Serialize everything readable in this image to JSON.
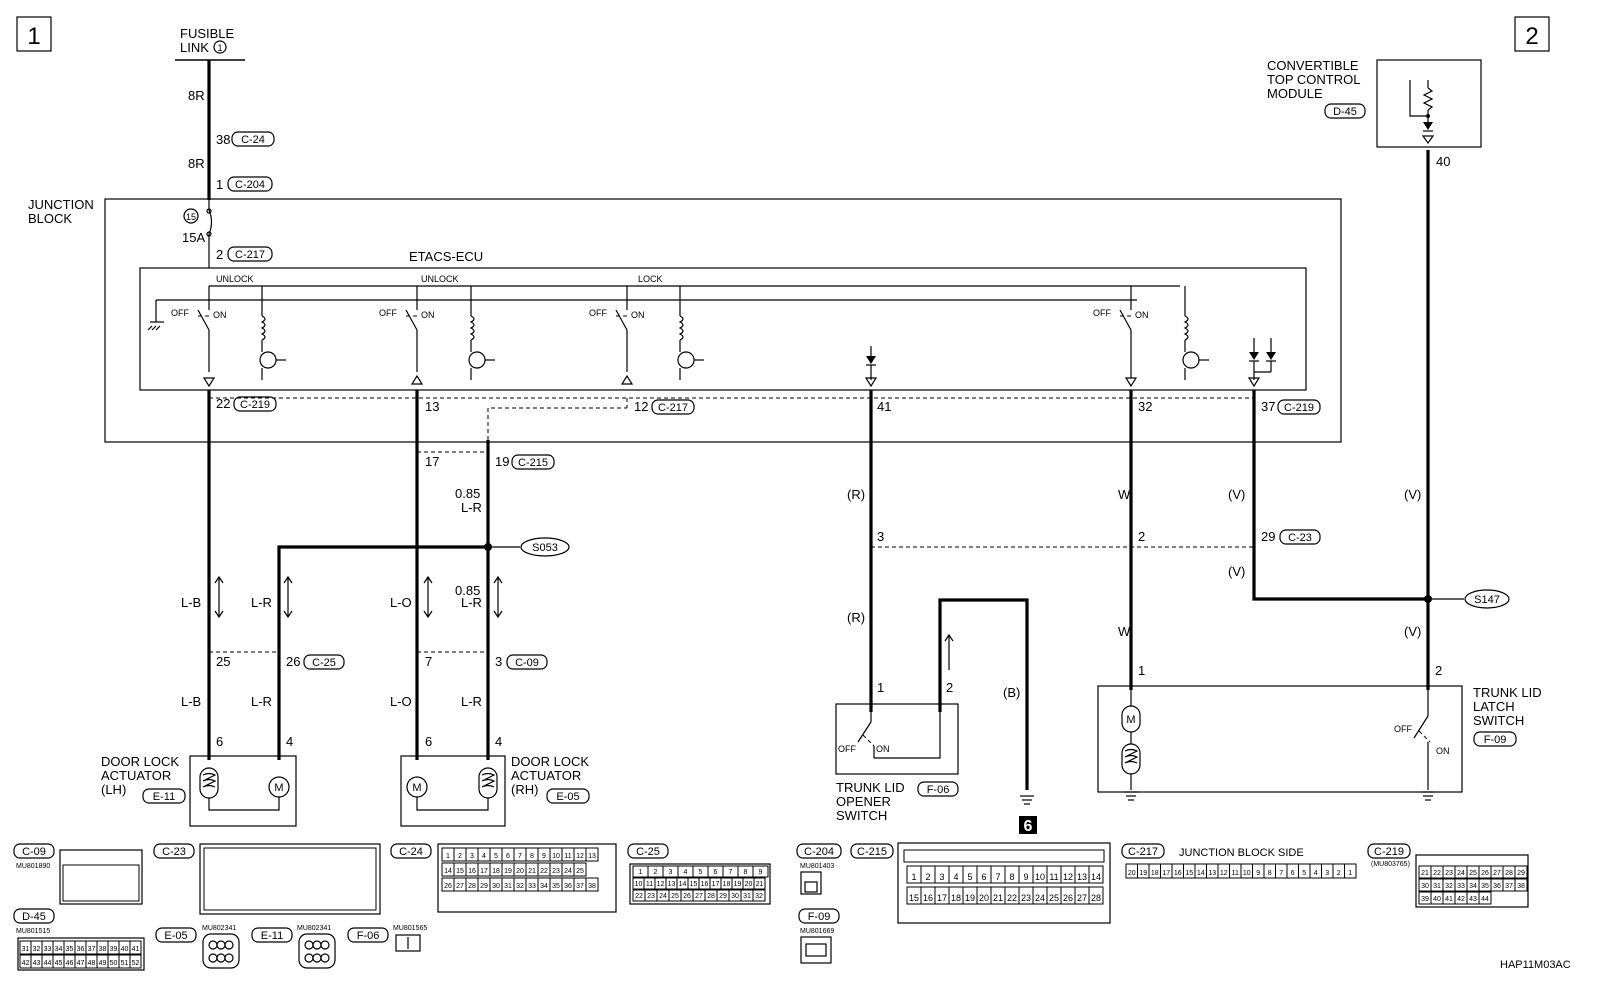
{
  "page_markers": {
    "left": "1",
    "right": "2"
  },
  "fusible_link": {
    "line1": "FUSIBLE",
    "line2": "LINK",
    "circle": "1"
  },
  "junction_block": {
    "line1": "JUNCTION",
    "line2": "BLOCK",
    "fuse_no": "15",
    "fuse_amp": "15A"
  },
  "etacs": {
    "title": "ETACS-ECU",
    "unlock1": "UNLOCK",
    "unlock2": "UNLOCK",
    "lock": "LOCK",
    "off": "OFF",
    "on": "ON"
  },
  "convertible": {
    "line1": "CONVERTIBLE",
    "line2": "TOP CONTROL",
    "line3": "MODULE",
    "connector": "D-45"
  },
  "connectors": {
    "c24": "C-24",
    "c204": "C-204",
    "c217": "C-217",
    "c219": "C-219",
    "c215": "C-215",
    "c23": "C-23",
    "c25": "C-25",
    "c09": "C-09",
    "e11": "E-11",
    "e05": "E-05",
    "f06": "F-06",
    "f09": "F-09",
    "s053": "S053",
    "s147": "S147"
  },
  "pins": {
    "p38": "38",
    "p1": "1",
    "p2": "2",
    "p22": "22",
    "p13": "13",
    "p12": "12",
    "p41": "41",
    "p32": "32",
    "p37": "37",
    "p17": "17",
    "p19": "19",
    "p3": "3",
    "p29": "29",
    "p25": "25",
    "p26": "26",
    "p7": "7",
    "p6": "6",
    "p4": "4",
    "p40": "40"
  },
  "wires": {
    "w8r": "8R",
    "w085a": "0.85",
    "wlr": "L-R",
    "wlb": "L-B",
    "wlo": "L-O",
    "wr": "(R)",
    "ww": "W",
    "wv": "(V)",
    "wb": "(B)"
  },
  "components": {
    "door_lh": [
      "DOOR LOCK",
      "ACTUATOR",
      "(LH)"
    ],
    "door_rh": [
      "DOOR LOCK",
      "ACTUATOR",
      "(RH)"
    ],
    "trunk_opener": [
      "TRUNK LID",
      "OPENER",
      "SWITCH"
    ],
    "trunk_latch": [
      "TRUNK LID",
      "LATCH",
      "SWITCH"
    ]
  },
  "ground_no": "6",
  "connector_views": {
    "mu801890": "MU801890",
    "mu801515": "MU801515",
    "mu802341": "MU802341",
    "mu801565": "MU801565",
    "mu801403": "MU801403",
    "mu801669": "MU801669",
    "mu803765": "(MU803765)",
    "jb_side": "JUNCTION BLOCK SIDE",
    "c24_cells": [
      "1",
      "2",
      "3",
      "4",
      "5",
      "6",
      "7",
      "8",
      "9",
      "10",
      "11",
      "12",
      "13",
      "14",
      "15",
      "16",
      "17",
      "18",
      "19",
      "20",
      "21",
      "22",
      "23",
      "24",
      "25",
      "26",
      "27",
      "28",
      "29",
      "30",
      "31",
      "32",
      "33",
      "34",
      "35",
      "36",
      "37",
      "38"
    ],
    "c215_row1": [
      "1",
      "2",
      "3",
      "4",
      "5",
      "6",
      "7",
      "8",
      "9",
      "10",
      "11",
      "12",
      "13",
      "14"
    ],
    "c215_row2": [
      "15",
      "16",
      "17",
      "18",
      "19",
      "20",
      "21",
      "22",
      "23",
      "24",
      "25",
      "26",
      "27",
      "28"
    ],
    "c217_cells": [
      "20",
      "19",
      "18",
      "17",
      "16",
      "15",
      "14",
      "13",
      "12",
      "11",
      "10",
      "9",
      "8",
      "7",
      "6",
      "5",
      "4",
      "3",
      "2",
      "1"
    ],
    "c219_row1": [
      "21",
      "22",
      "23",
      "24",
      "25",
      "26",
      "27",
      "28",
      "29"
    ],
    "c219_row2": [
      "30",
      "31",
      "32",
      "33",
      "34",
      "35",
      "36",
      "37",
      "38"
    ],
    "c219_row3": [
      "39",
      "40",
      "41",
      "42",
      "43",
      "44"
    ],
    "d45_row1": [
      "31",
      "32",
      "33",
      "34",
      "35",
      "36",
      "37",
      "38",
      "39",
      "40",
      "41"
    ],
    "d45_row2": [
      "42",
      "43",
      "44",
      "45",
      "46",
      "47",
      "48",
      "49",
      "50",
      "51",
      "52"
    ],
    "c25_row1": [
      "1",
      "2",
      "3",
      "4",
      "5",
      "6",
      "7",
      "8",
      "9"
    ],
    "c25_row2": [
      "10",
      "11",
      "12",
      "13",
      "14",
      "15",
      "16",
      "17",
      "18",
      "19",
      "20",
      "21"
    ],
    "c25_row3": [
      "22",
      "23",
      "24",
      "25",
      "26",
      "27",
      "28",
      "29",
      "30",
      "31",
      "32"
    ]
  },
  "code": "HAP11M03AC"
}
